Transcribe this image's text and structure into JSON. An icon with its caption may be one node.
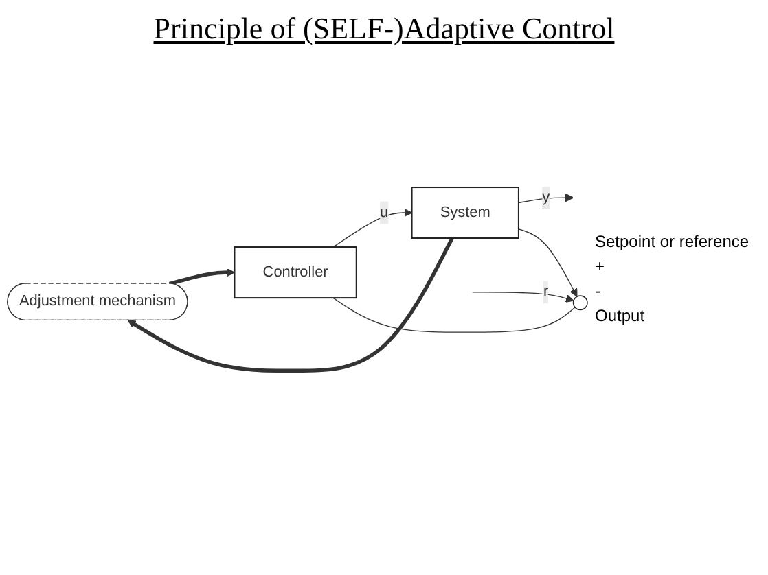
{
  "diagram": {
    "title": "Principle of (SELF-)Adaptive Control",
    "nodes": [
      {
        "text": [
          "Adjustment mechanism"
        ]
      },
      {
        "text": [],
        "shape": "circle"
      },
      {
        "text": [
          "Controller"
        ]
      },
      {
        "text": [
          "System"
        ]
      }
    ],
    "edges": [
      {
        "from": null,
        "to": 1,
        "arrow": "to",
        "label": "r"
      },
      {
        "from": 1,
        "to": 2,
        "arrow": "none"
      },
      {
        "from": 2,
        "to": 3,
        "arrow": "to",
        "label": "u"
      },
      {
        "from": 3,
        "to": null,
        "arrow": "to",
        "label": "y"
      },
      {
        "from": 3,
        "to": 1,
        "arrow": "to"
      },
      {
        "from": 0,
        "to": 2,
        "arrow": "to",
        "style": "thick"
      },
      {
        "from": 3,
        "to": 0,
        "arrow": "to",
        "style": "thick"
      }
    ],
    "labels": [
      "Setpoint or reference",
      "+",
      "-",
      "Output"
    ]
  }
}
